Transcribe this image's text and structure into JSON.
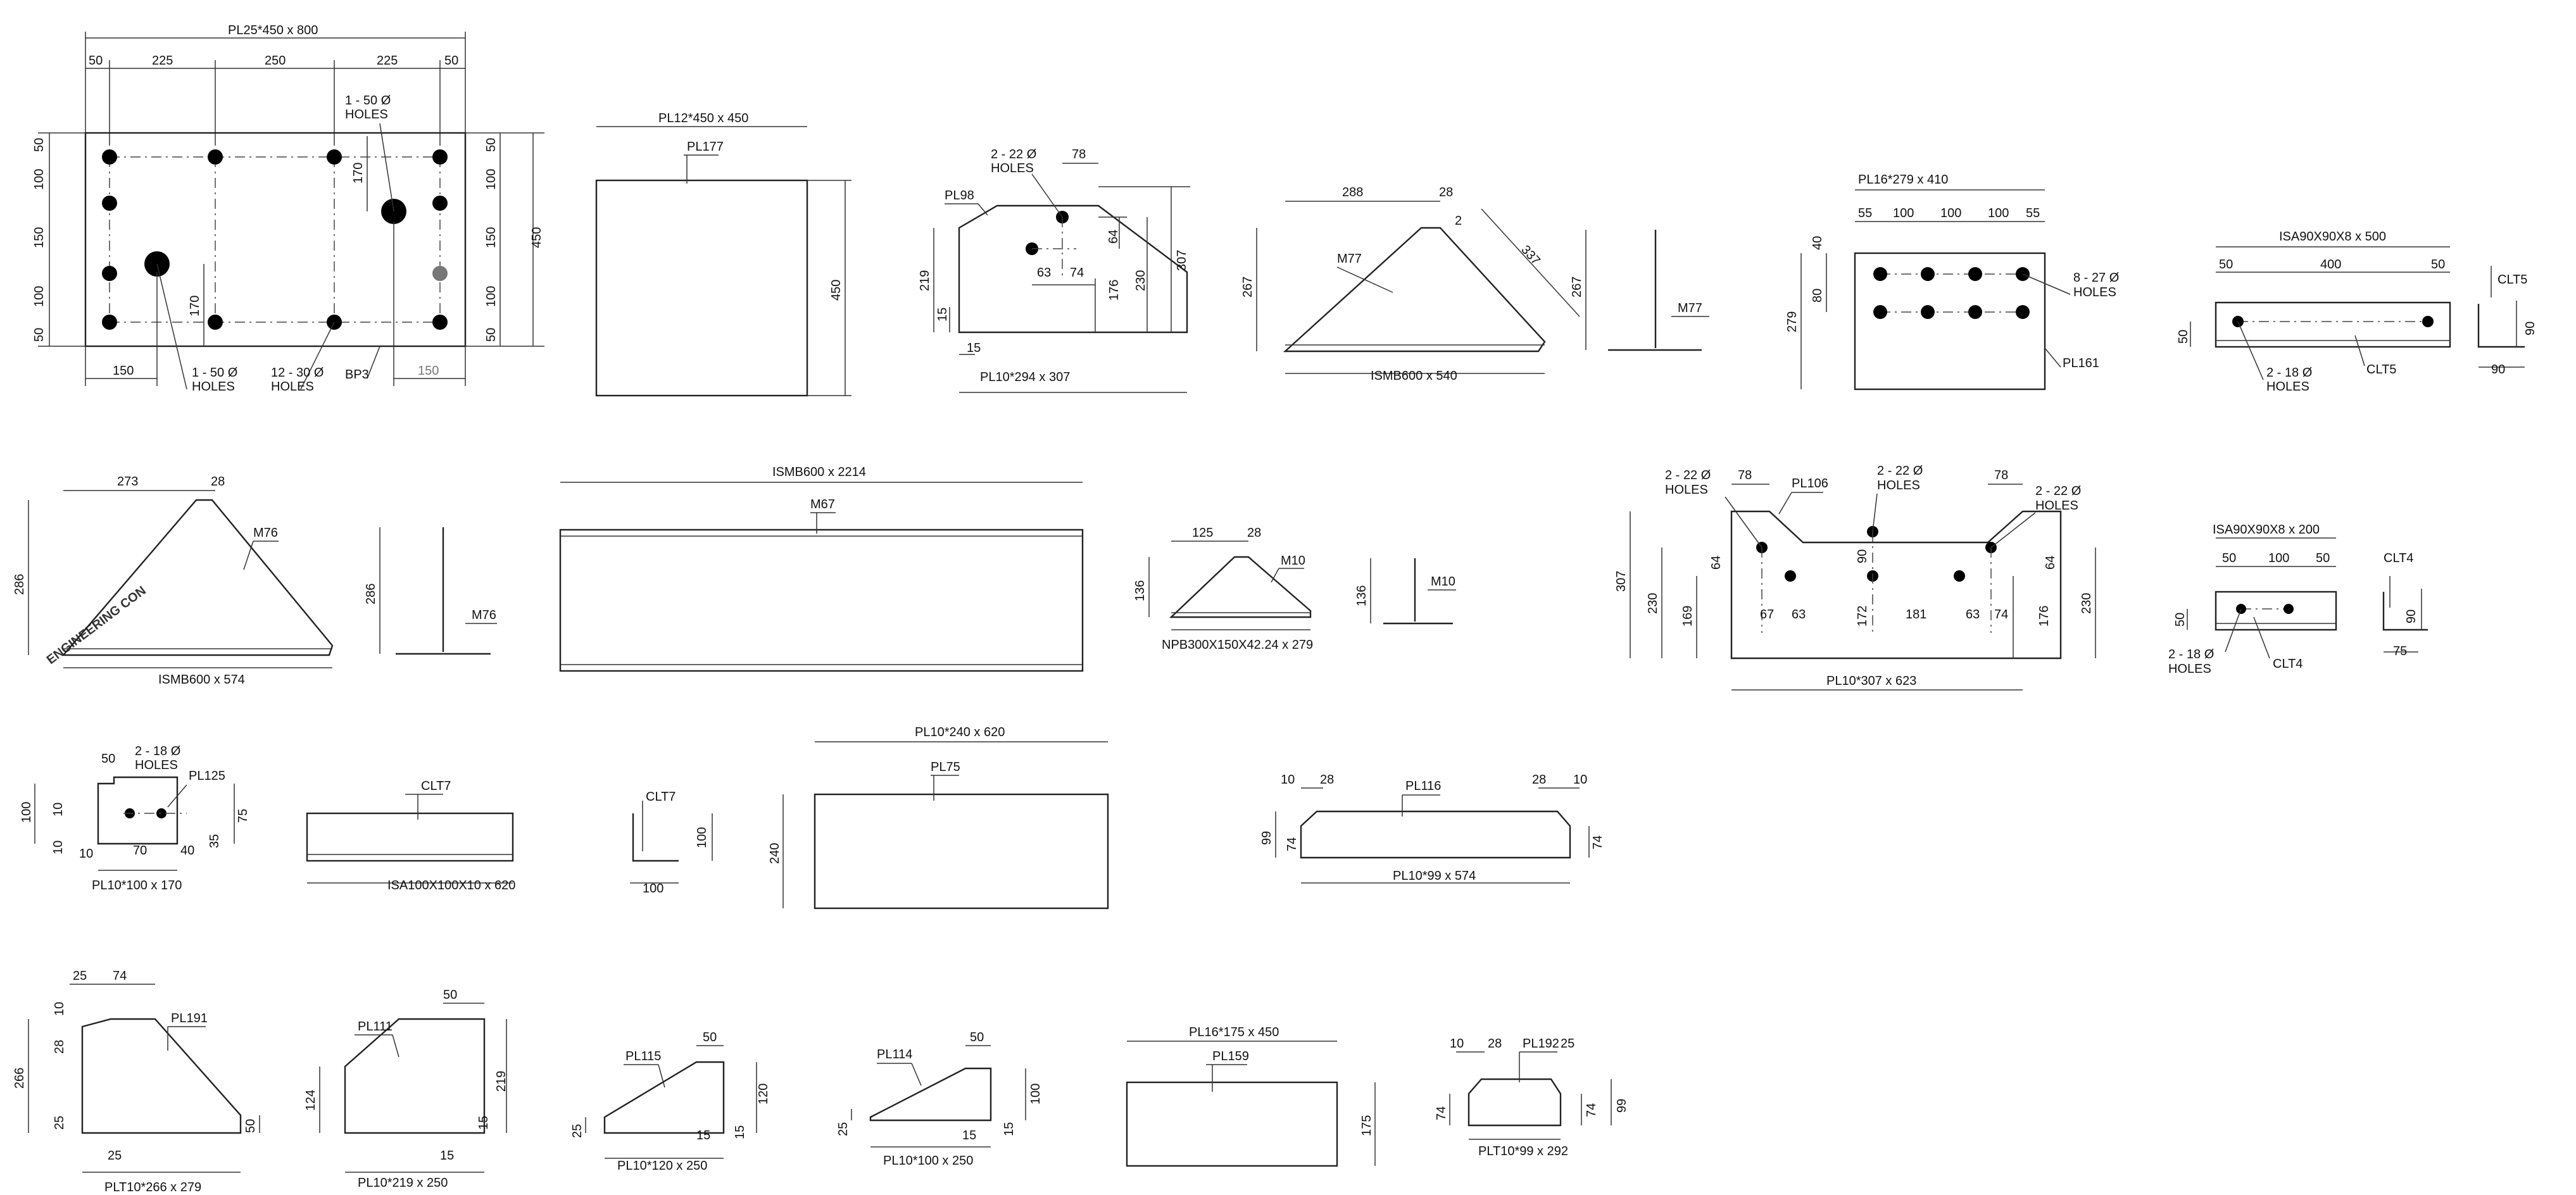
{
  "watermark": "ENGINEERING CON",
  "drawings": {
    "bp3": {
      "title": "PL25*450 x 800",
      "tag": "BP3",
      "dims_top": [
        "50",
        "225",
        "250",
        "225",
        "50"
      ],
      "dims_left": [
        "50",
        "100",
        "150",
        "100",
        "50"
      ],
      "dims_right": [
        "50",
        "100",
        "150",
        "100",
        "50"
      ],
      "height": "450",
      "d170a": "170",
      "d170b": "170",
      "d150a": "150",
      "d150b": "150",
      "holes_a": "1 - 50 Ø",
      "holes_a2": "HOLES",
      "holes_b": "1 - 50 Ø",
      "holes_b2": "HOLES",
      "holes_c": "12 - 30 Ø",
      "holes_c2": "HOLES"
    },
    "pl177": {
      "title": "PL12*450 x 450",
      "tag": "PL177",
      "height": "450"
    },
    "pl98": {
      "tag": "PL98",
      "caption": "PL10*294 x 307",
      "holes": "2 - 22 Ø",
      "holes2": "HOLES",
      "d78": "78",
      "d64": "64",
      "d230": "230",
      "d307": "307",
      "d176": "176",
      "d63": "63",
      "d74": "74",
      "d219": "219",
      "d15a": "15",
      "d15b": "15"
    },
    "m77": {
      "tag": "M77",
      "tag2": "M77",
      "caption": "ISMB600 x 540",
      "d288": "288",
      "d28": "28",
      "d2": "2",
      "d337": "337",
      "d267": "267",
      "d267b": "267"
    },
    "pl161": {
      "title": "PL16*279 x 410",
      "tag": "PL161",
      "dims_top": [
        "55",
        "100",
        "100",
        "100",
        "55"
      ],
      "d40": "40",
      "d80": "80",
      "d279": "279",
      "holes": "8 - 27 Ø",
      "holes2": "HOLES"
    },
    "clt5": {
      "title": "ISA90X90X8 x 500",
      "tag": "CLT5",
      "tag2": "CLT5",
      "d50a": "50",
      "d400": "400",
      "d50b": "50",
      "d50c": "50",
      "holes": "2 - 18 Ø",
      "holes2": "HOLES",
      "d90a": "90",
      "d90b": "90"
    },
    "m76": {
      "tag": "M76",
      "tag2": "M76",
      "caption": "ISMB600 x 574",
      "d273": "273",
      "d28": "28",
      "d286": "286",
      "d286b": "286"
    },
    "m67": {
      "title": "ISMB600 x 2214",
      "tag": "M67"
    },
    "m10": {
      "tag": "M10",
      "tag2": "M10",
      "caption": "NPB300X150X42.24 x 279",
      "d125": "125",
      "d28": "28",
      "d136": "136",
      "d136b": "136"
    },
    "pl106": {
      "tag": "PL106",
      "caption": "PL10*307 x 623",
      "holes_a": "2 - 22 Ø",
      "holes_a2": "HOLES",
      "holes_b": "2 - 22 Ø",
      "holes_b2": "HOLES",
      "holes_c": "2 - 22 Ø",
      "holes_c2": "HOLES",
      "d78a": "78",
      "d78b": "78",
      "d307": "307",
      "d230a": "230",
      "d169": "169",
      "d64a": "64",
      "d67": "67",
      "d63a": "63",
      "d90": "90",
      "d172": "172",
      "d181": "181",
      "d63b": "63",
      "d74": "74",
      "d64b": "64",
      "d176": "176",
      "d230b": "230"
    },
    "clt4": {
      "title": "ISA90X90X8 x 200",
      "tag": "CLT4",
      "tag2": "CLT4",
      "d50a": "50",
      "d100": "100",
      "d50b": "50",
      "d50c": "50",
      "holes": "2 - 18 Ø",
      "holes2": "HOLES",
      "d90": "90",
      "d75": "75"
    },
    "pl125": {
      "tag": "PL125",
      "caption": "PL10*100 x 170",
      "holes": "2 - 18 Ø",
      "holes2": "HOLES",
      "d50": "50",
      "d100": "100",
      "d10a": "10",
      "d10b": "10",
      "d10c": "10",
      "d70": "70",
      "d40": "40",
      "d75": "75",
      "d35": "35"
    },
    "clt7": {
      "tag": "CLT7",
      "tag2": "CLT7",
      "caption": "ISA100X100X10 x 620",
      "d100a": "100",
      "d100b": "100"
    },
    "pl75": {
      "title": "PL10*240 x 620",
      "tag": "PL75",
      "d240": "240"
    },
    "pl116": {
      "tag": "PL116",
      "caption": "PL10*99 x 574",
      "d10a": "10",
      "d28a": "28",
      "d28b": "28",
      "d10b": "10",
      "d99": "99",
      "d74a": "74",
      "d74b": "74"
    },
    "pl191": {
      "tag": "PL191",
      "caption": "PLT10*266 x 279",
      "d25a": "25",
      "d74": "74",
      "d10": "10",
      "d28": "28",
      "d266": "266",
      "d25b": "25",
      "d25c": "25",
      "d50": "50"
    },
    "pl111": {
      "tag": "PL111",
      "caption": "PL10*219 x 250",
      "d50": "50",
      "d124": "124",
      "d219": "219",
      "d15a": "15",
      "d15b": "15"
    },
    "pl115": {
      "tag": "PL115",
      "caption": "PL10*120 x 250",
      "d50": "50",
      "d25": "25",
      "d120": "120",
      "d15a": "15",
      "d15b": "15"
    },
    "pl114": {
      "tag": "PL114",
      "caption": "PL10*100 x 250",
      "d50": "50",
      "d25": "25",
      "d100": "100",
      "d15a": "15",
      "d15b": "15"
    },
    "pl159": {
      "title": "PL16*175 x 450",
      "tag": "PL159",
      "d175": "175"
    },
    "pl192": {
      "tag": "PL192",
      "caption": "PLT10*99 x 292",
      "d10": "10",
      "d28": "28",
      "d25": "25",
      "d74a": "74",
      "d74b": "74",
      "d99": "99"
    }
  }
}
